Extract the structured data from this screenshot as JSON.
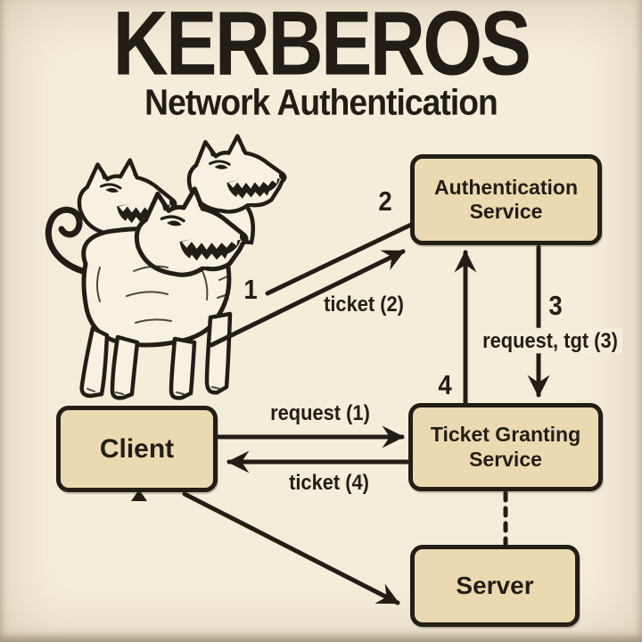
{
  "colors": {
    "bg": "#f4edda",
    "ink": "#221e17",
    "boxfill": "#ebd9b1",
    "dogfill": "#f7f1e2"
  },
  "header": {
    "title": "KERBEROS",
    "subtitle": "Network Authentication"
  },
  "illustration": {
    "name": "cerberus-three-headed-dog"
  },
  "nodes": {
    "auth_service": {
      "label": "Authentication Service"
    },
    "client": {
      "label": "Client"
    },
    "tgs": {
      "label": "Ticket Granting Service"
    },
    "server": {
      "label": "Server"
    }
  },
  "edges": {
    "step1": "1",
    "step2": "2",
    "step3": "3",
    "step4": "4",
    "ticket2": "ticket (2)",
    "request_tgt3": "request, tgt (3)",
    "request1": "request (1)",
    "ticket4": "ticket (4)"
  }
}
